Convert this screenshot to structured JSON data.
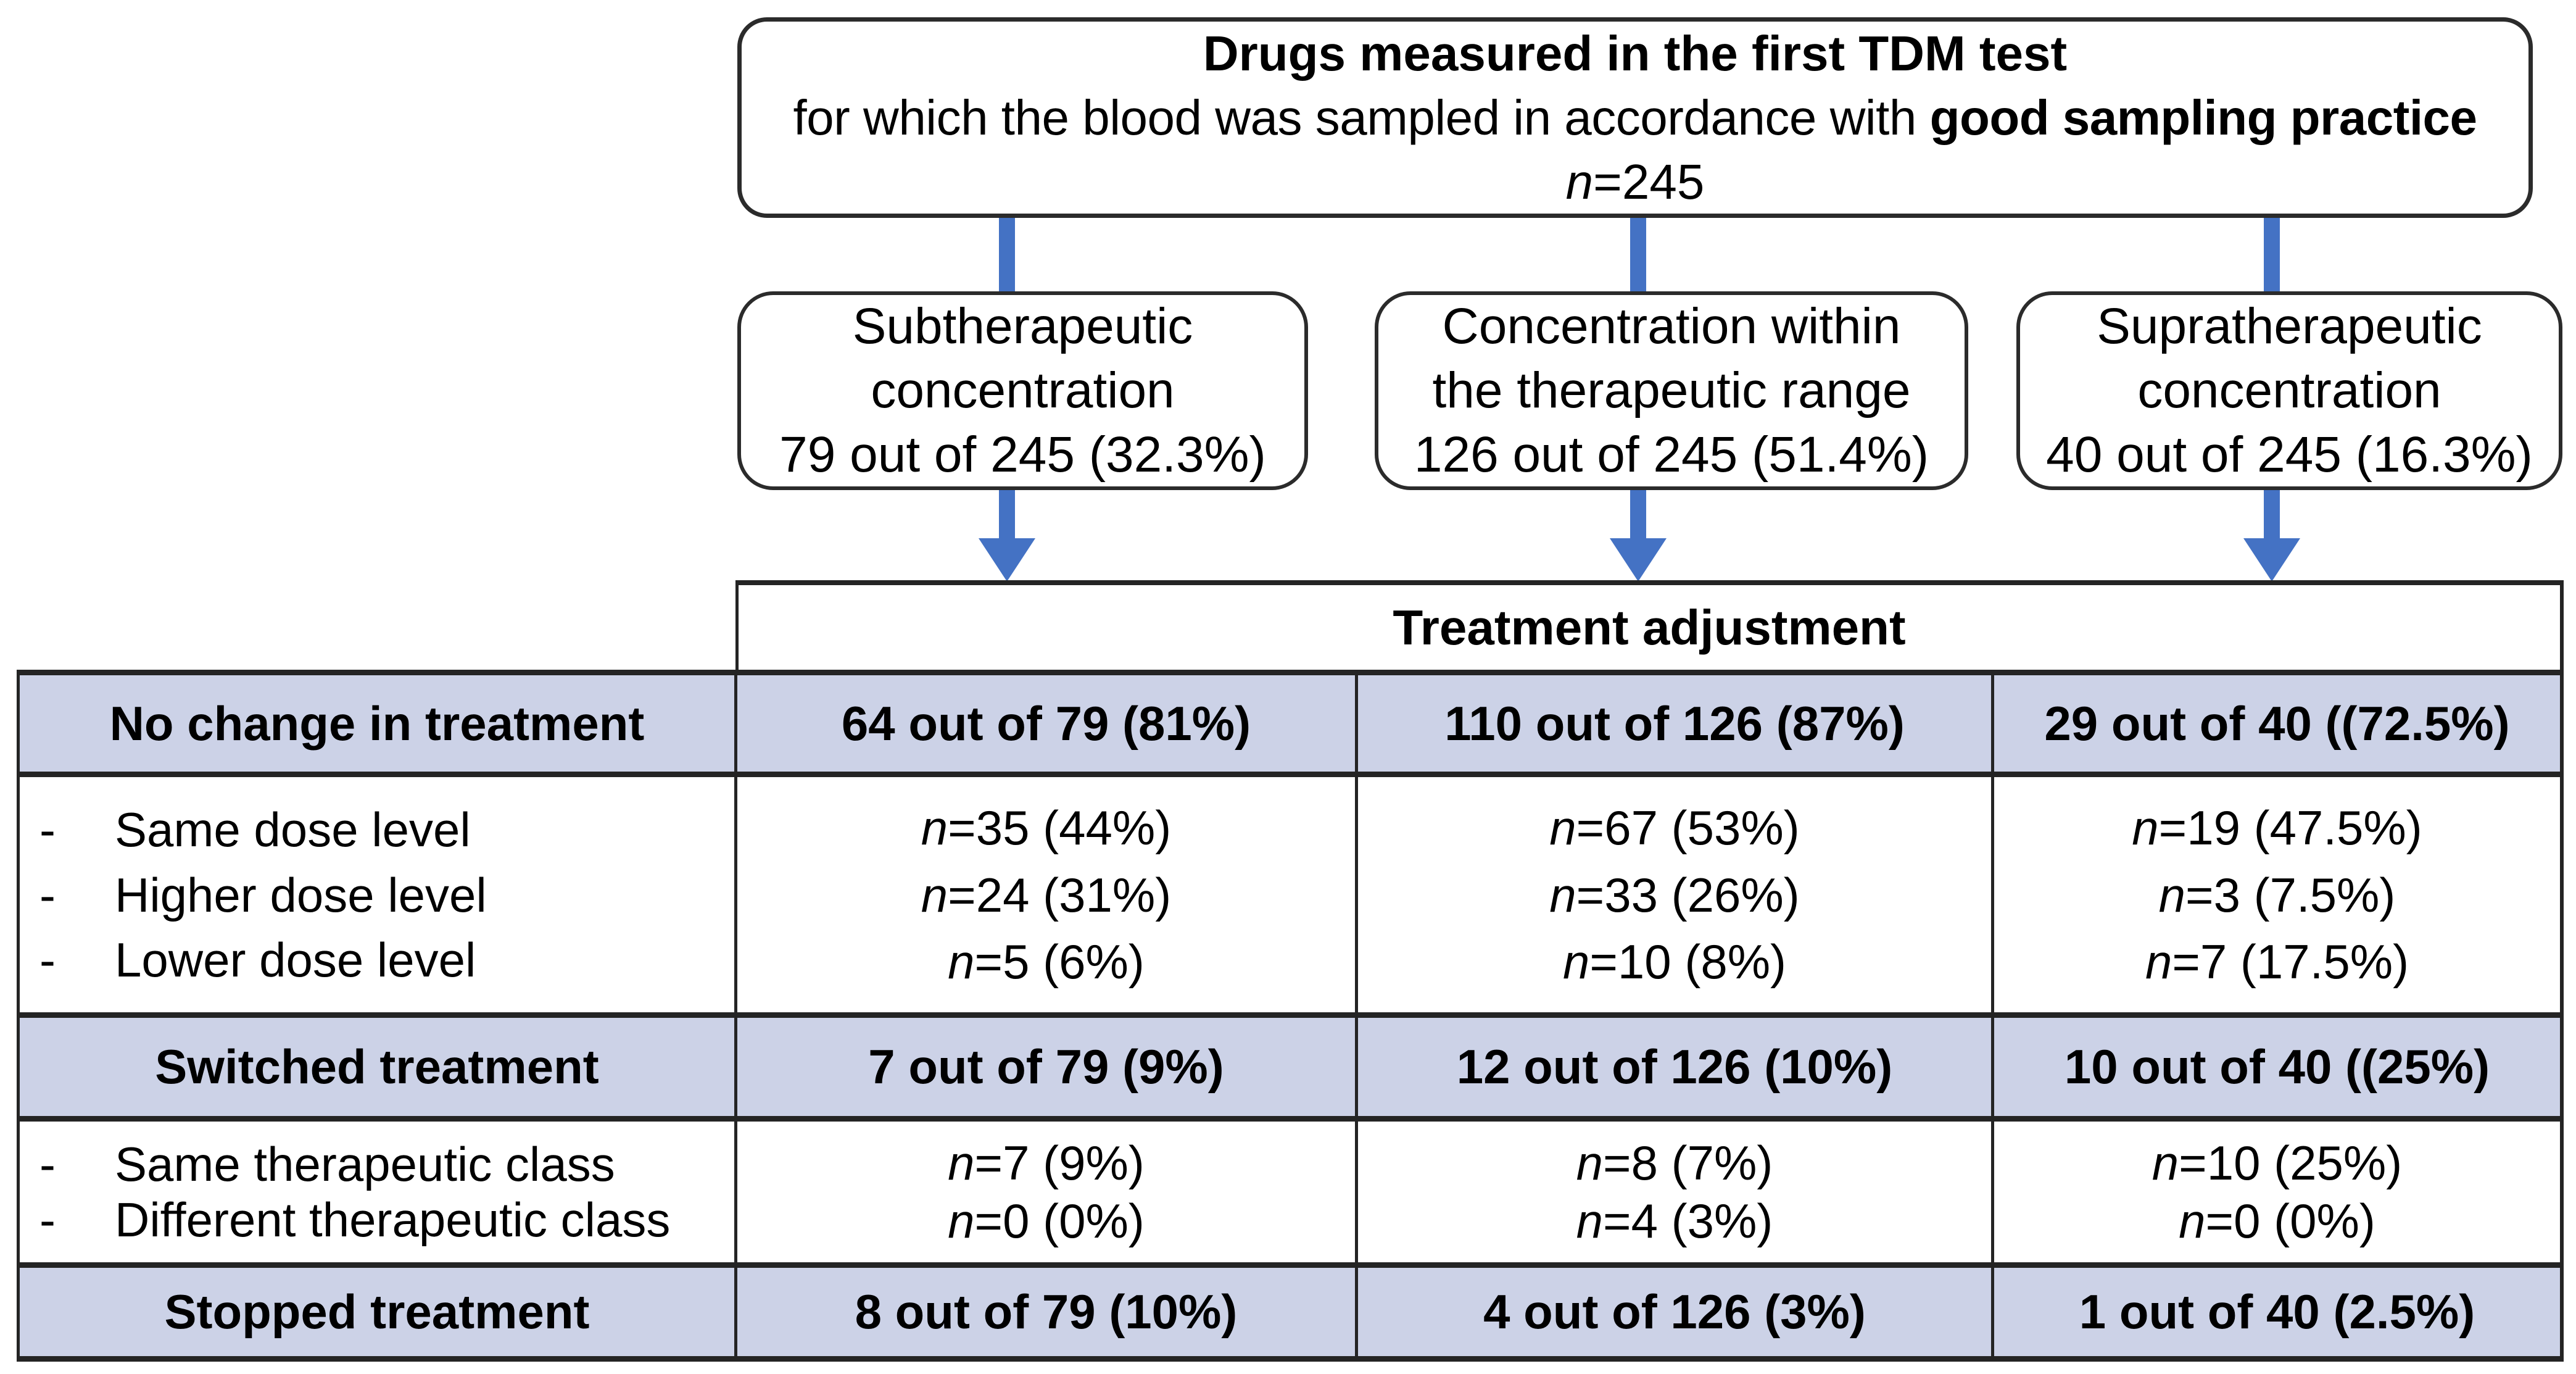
{
  "colors": {
    "accent_blue": "#4472c4",
    "row_shade": "#ccd2e7",
    "border_dark": "#242424"
  },
  "flow": {
    "top_box": {
      "title": "Drugs measured in the first TDM test",
      "subtitle_normal": "for which the blood was sampled in accordance with ",
      "subtitle_bold": "good sampling practice",
      "count": "n=245"
    },
    "branches": [
      {
        "label": "Subtherapeutic\nconcentration",
        "count": "79 out of 245 (32.3%)"
      },
      {
        "label": "Concentration within\nthe therapeutic range",
        "count": "126 out of 245 (51.4%)"
      },
      {
        "label": "Supratherapeutic\nconcentration",
        "count": "40 out of 245 (16.3%)"
      }
    ]
  },
  "table": {
    "header": "Treatment adjustment",
    "bullet": "-",
    "rows": [
      {
        "label": "No change in treatment",
        "values": [
          "64 out of 79 (81%)",
          "110 out of 126 (87%)",
          "29 out of 40 ((72.5%)"
        ]
      },
      {
        "items": [
          "Same dose level",
          "Higher dose level",
          "Lower dose level"
        ],
        "col1": [
          "n=35 (44%)",
          "n=24 (31%)",
          "n=5 (6%)"
        ],
        "col2": [
          "n=67 (53%)",
          "n=33 (26%)",
          "n=10 (8%)"
        ],
        "col3": [
          "n=19 (47.5%)",
          "n=3 (7.5%)",
          "n=7 (17.5%)"
        ]
      },
      {
        "label": "Switched treatment",
        "values": [
          "7 out of 79 (9%)",
          "12 out of 126 (10%)",
          "10 out of 40 ((25%)"
        ]
      },
      {
        "items": [
          "Same therapeutic class",
          "Different therapeutic class"
        ],
        "col1": [
          "n=7 (9%)",
          "n=0 (0%)"
        ],
        "col2": [
          "n=8 (7%)",
          "n=4 (3%)"
        ],
        "col3": [
          "n=10 (25%)",
          "n=0 (0%)"
        ]
      },
      {
        "label": "Stopped treatment",
        "values": [
          "8 out of 79 (10%)",
          "4 out of 126 (3%)",
          "1 out of 40 (2.5%)"
        ]
      }
    ]
  }
}
